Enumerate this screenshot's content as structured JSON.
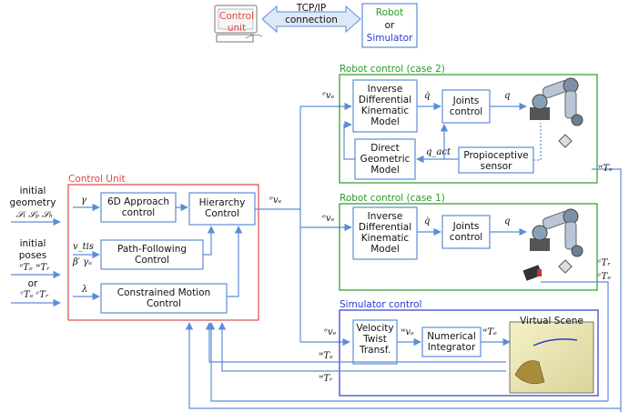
{
  "header": {
    "control_unit": "Control\nunit",
    "link": "TCP/IP\nconnection",
    "robot_sim": [
      "Robot",
      "or",
      "Simulator"
    ]
  },
  "colors": {
    "wire": "#5b8ed6",
    "control_unit": "#d94a4a",
    "robot": "#2a9a2a",
    "simulator": "#2a3ad0"
  },
  "inputs": {
    "geometry": [
      "initial",
      "geometry"
    ],
    "geometry_sym": "𝒮ₜ  𝒮ₚ  𝒮ₕ",
    "poses": [
      "initial",
      "poses"
    ],
    "poses_sym1": "ᵉTₑ  ʷTᵣ",
    "or": "or",
    "poses_sym2": "ᶜTₑ  ᶜTᵣ"
  },
  "control_unit": {
    "title": "Control Unit",
    "blocks": {
      "approach": "6D Approach\ncontrol",
      "hierarchy": "Hierarchy\nControl",
      "path": "Path-Following\nControl",
      "cmc": "Constrained Motion\nControl"
    },
    "labels": {
      "gamma": "γ",
      "vtis": "v_tis",
      "beta": "β′ γₑ",
      "lambda": "λ",
      "out": "ᵉvₑ"
    }
  },
  "robot2": {
    "title": "Robot control (case 2)",
    "ik": "Inverse\nDifferential\nKinematic\nModel",
    "joints": "Joints\ncontrol",
    "dgm": "Direct\nGeometric\nModel",
    "sensor": "Propioceptive\nsensor",
    "labels": {
      "in": "ᵉvₑ",
      "qdot": "q̇",
      "q": "q",
      "qact": "q_act",
      "wTe": "ʷTₑ"
    }
  },
  "robot1": {
    "title": "Robot control (case 1)",
    "ik": "Inverse\nDifferential\nKinematic\nModel",
    "joints": "Joints\ncontrol",
    "labels": {
      "in": "ᵉvₑ",
      "qdot": "q̇",
      "q": "q",
      "cTr": "ᶜTᵣ",
      "cTe": "ᶜTₑ"
    }
  },
  "sim": {
    "title": "Simulator control",
    "vtt": "Velocity\nTwist\nTransf.",
    "integ": "Numerical\nIntegrator",
    "scene": "Virtual Scene",
    "labels": {
      "in": "ᵉvₑ",
      "wv": "ʷvₑ",
      "wT": "ʷTₑ",
      "fb1": "ʷTₑ",
      "fb2": "ʷTᵣ"
    }
  }
}
